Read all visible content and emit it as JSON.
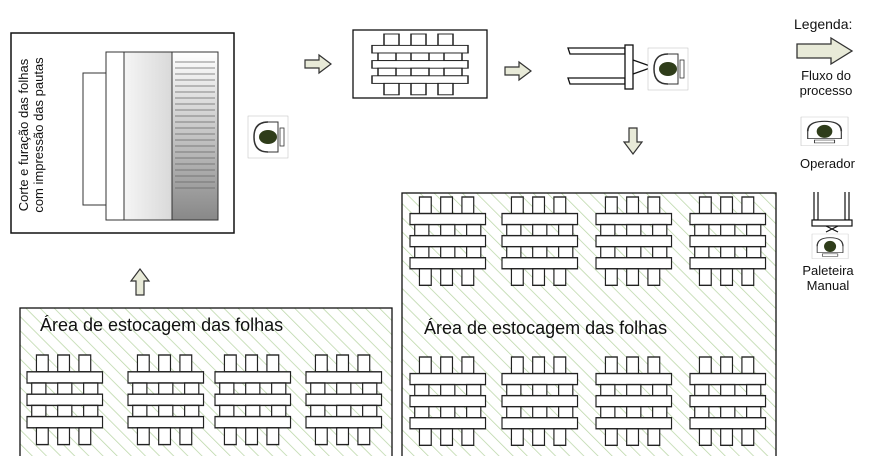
{
  "legend": {
    "title": "Legenda:",
    "flow_label": [
      "Fluxo do",
      "processo"
    ],
    "operator_label": "Operador",
    "pallet_label": [
      "Paleteira",
      "Manual"
    ],
    "flow_icon": "right-arrow-icon",
    "operator_icon": "operator-icon",
    "pallet_icon": "pallet-jack-icon"
  },
  "machine": {
    "label_line1": "Corte e furação das folhas",
    "label_line2": "com impressão das pautas"
  },
  "storage": {
    "left_title": "Área de estocagem das folhas",
    "right_title": "Área de estocagem das folhas"
  },
  "colors": {
    "arrow_fill": "#e8ead8",
    "hatch": "#b9d6a6",
    "operator_body": "#2f3d1a"
  }
}
